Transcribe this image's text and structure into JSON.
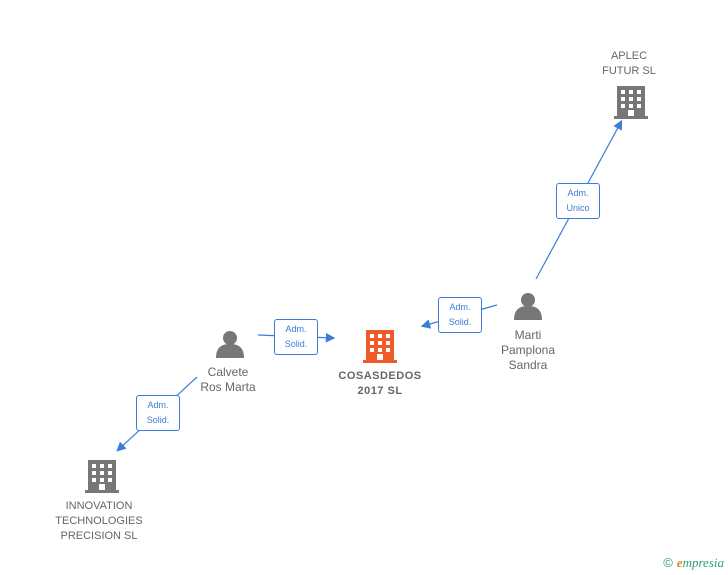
{
  "nodes": {
    "aplec": {
      "lines": [
        "APLEC",
        "FUTUR  SL"
      ],
      "type": "company"
    },
    "cosasdedos": {
      "lines": [
        "COSASDEDOS",
        "2017  SL"
      ],
      "type": "company-main"
    },
    "innovation": {
      "lines": [
        "INNOVATION",
        "TECHNOLOGIES",
        "PRECISION  SL"
      ],
      "type": "company"
    },
    "calvete": {
      "lines": [
        "Calvete",
        "Ros Marta"
      ],
      "type": "person"
    },
    "marti": {
      "lines": [
        "Marti",
        "Pamplona",
        "Sandra"
      ],
      "type": "person"
    }
  },
  "edges": {
    "calvete_cosas": {
      "lines": [
        "Adm.",
        "Solid."
      ]
    },
    "marti_cosas": {
      "lines": [
        "Adm.",
        "Solid."
      ]
    },
    "marti_aplec": {
      "lines": [
        "Adm.",
        "Unico"
      ]
    },
    "calvete_innovation": {
      "lines": [
        "Adm.",
        "Solid."
      ]
    }
  },
  "colors": {
    "edge": "#3b7dd8",
    "company": "#777777",
    "main_company": "#f05a28",
    "person": "#777777"
  },
  "brand": {
    "copyright": "©",
    "e": "e",
    "rest": "mpresia"
  }
}
